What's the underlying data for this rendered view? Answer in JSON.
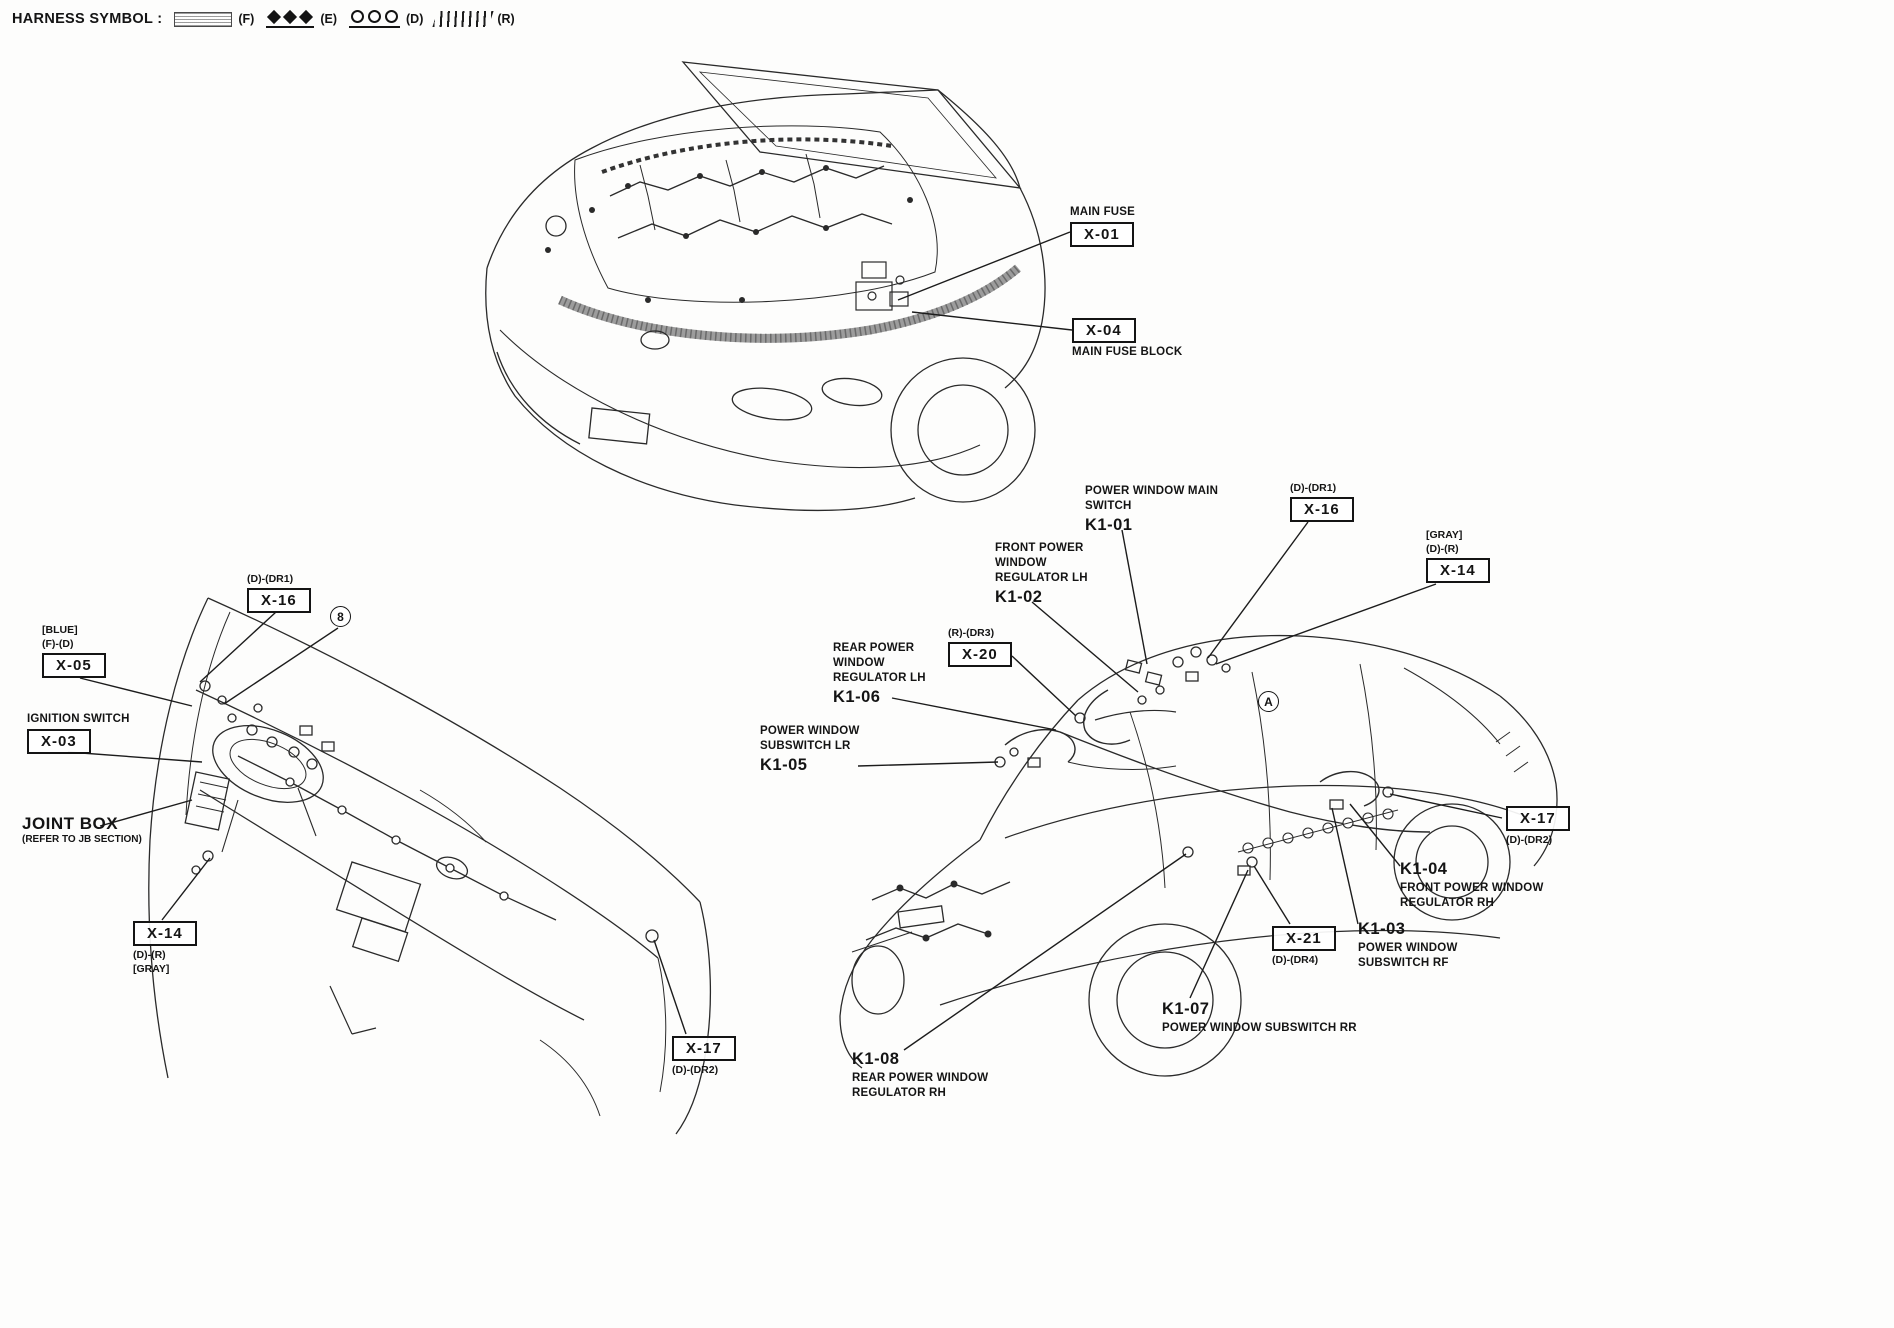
{
  "legend": {
    "title": "HARNESS SYMBOL :",
    "items": [
      {
        "symbol": "dotted-box-pattern",
        "label": "(F)"
      },
      {
        "symbol": "diamonds-pattern",
        "label": "(E)"
      },
      {
        "symbol": "circles-pattern",
        "label": "(D)"
      },
      {
        "symbol": "diagonal-hatch-pattern",
        "label": "(R)"
      }
    ]
  },
  "engine_bay": {
    "main_fuse": {
      "caption": "MAIN FUSE",
      "code": "X-01"
    },
    "main_fuse_block": {
      "code": "X-04",
      "caption": "MAIN FUSE BLOCK"
    }
  },
  "dashboard": {
    "x16": {
      "note": "(D)-(DR1)",
      "code": "X-16"
    },
    "section_mark": "8",
    "x05": {
      "note": "[BLUE]\n(F)-(D)",
      "code": "X-05"
    },
    "x03": {
      "caption": "IGNITION SWITCH",
      "code": "X-03"
    },
    "joint_box": {
      "title": "JOINT BOX",
      "subtitle": "(REFER TO JB SECTION)"
    },
    "x14": {
      "code": "X-14",
      "note": "(D)-(R)\n[GRAY]"
    },
    "x17": {
      "code": "X-17",
      "note": "(D)-(DR2)"
    }
  },
  "body_view": {
    "k1_01": {
      "caption": "POWER WINDOW MAIN\nSWITCH",
      "code": "K1-01"
    },
    "x16": {
      "note": "(D)-(DR1)",
      "code": "X-16"
    },
    "k1_02": {
      "caption": "FRONT POWER\nWINDOW\nREGULATOR LH",
      "code": "K1-02"
    },
    "x14": {
      "note": "[GRAY]\n(D)-(R)",
      "code": "X-14"
    },
    "k1_06": {
      "caption": "REAR POWER\nWINDOW\nREGULATOR LH",
      "code": "K1-06"
    },
    "x20": {
      "note": "(R)-(DR3)",
      "code": "X-20"
    },
    "k1_05": {
      "caption": "POWER WINDOW\nSUBSWITCH LR",
      "code": "K1-05"
    },
    "section_mark": "A",
    "x17": {
      "code": "X-17",
      "note": "(D)-(DR2)"
    },
    "k1_04": {
      "code": "K1-04",
      "caption": "FRONT POWER WINDOW\nREGULATOR RH"
    },
    "x21": {
      "code": "X-21",
      "note": "(D)-(DR4)"
    },
    "k1_03": {
      "code": "K1-03",
      "caption": "POWER WINDOW\nSUBSWITCH RF"
    },
    "k1_07": {
      "code": "K1-07",
      "caption": "POWER WINDOW SUBSWITCH RR"
    },
    "k1_08": {
      "code": "K1-08",
      "caption": "REAR POWER WINDOW\nREGULATOR RH"
    }
  }
}
